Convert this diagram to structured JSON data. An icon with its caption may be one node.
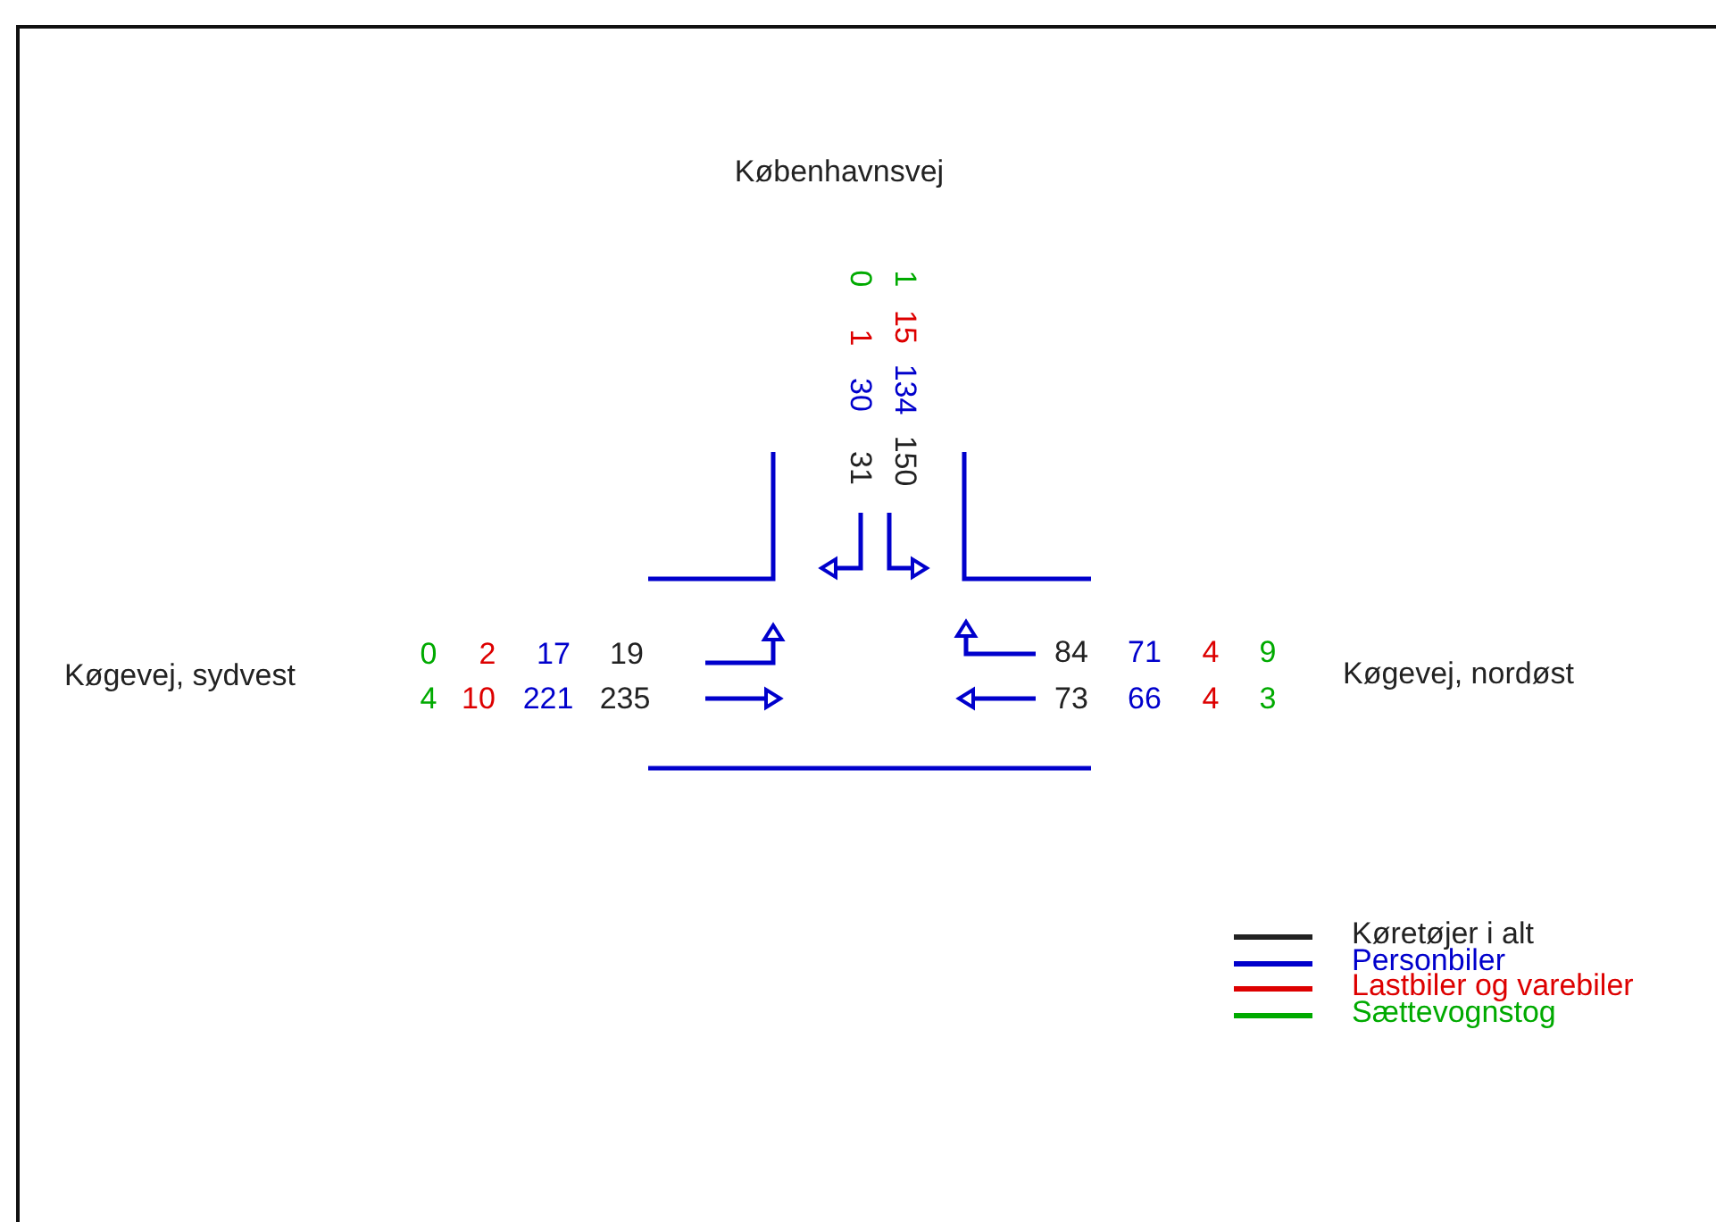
{
  "diagram": {
    "labels": [
      "Københavnsvej",
      "0",
      "1",
      "30",
      "31",
      "1",
      "15",
      "134",
      "150",
      "Køgevej, sydvest",
      "0",
      "2",
      "17",
      "19",
      "4",
      "10",
      "221",
      "235",
      "84",
      "71",
      "4",
      "9",
      "Køgevej, nordøst",
      "73",
      "66",
      "4",
      "3"
    ],
    "legend": [
      {
        "text": "Køretøjer i alt",
        "color": "#222222"
      },
      {
        "text": "Personbiler",
        "color": "#0000cc"
      },
      {
        "text": "Lastbiler og varebiler",
        "color": "#dd0000"
      },
      {
        "text": "Sættevognstog",
        "color": "#00aa00"
      }
    ]
  }
}
